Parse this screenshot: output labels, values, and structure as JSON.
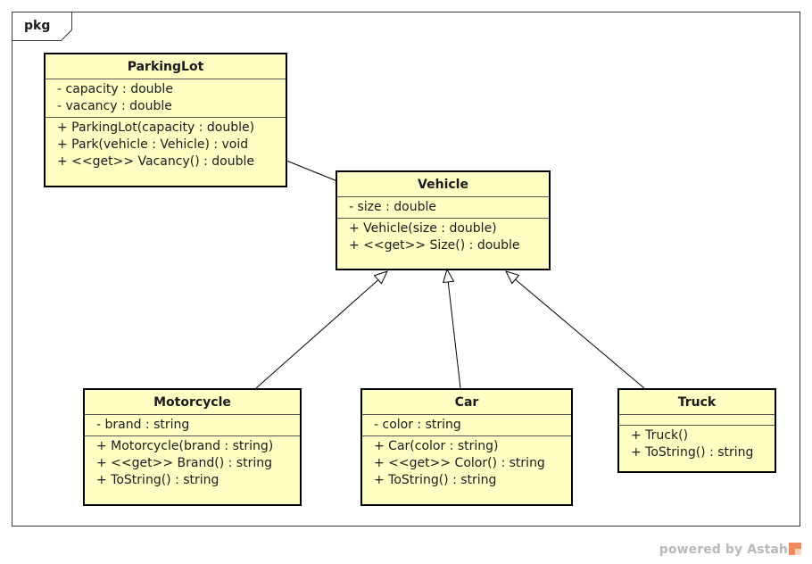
{
  "package": {
    "label": "pkg"
  },
  "classes": [
    {
      "id": "parkinglot",
      "name": "ParkingLot",
      "attributes": [
        "- capacity : double",
        "- vacancy : double"
      ],
      "operations": [
        "+ ParkingLot(capacity : double)",
        "+ Park(vehicle : Vehicle) : void",
        "+ <<get>> Vacancy() : double"
      ]
    },
    {
      "id": "vehicle",
      "name": "Vehicle",
      "attributes": [
        "- size : double"
      ],
      "operations": [
        "+ Vehicle(size : double)",
        "+ <<get>> Size() : double"
      ]
    },
    {
      "id": "motorcycle",
      "name": "Motorcycle",
      "attributes": [
        "- brand : string"
      ],
      "operations": [
        "+ Motorcycle(brand : string)",
        "+ <<get>> Brand() : string",
        "+ ToString() : string"
      ]
    },
    {
      "id": "car",
      "name": "Car",
      "attributes": [
        "- color : string"
      ],
      "operations": [
        "+ Car(color : string)",
        "+ <<get>> Color() : string",
        "+ ToString() : string"
      ]
    },
    {
      "id": "truck",
      "name": "Truck",
      "attributes": [],
      "operations": [
        "+ Truck()",
        "+ ToString() : string"
      ]
    }
  ],
  "relationships": [
    {
      "type": "association",
      "from": "ParkingLot",
      "to": "Vehicle"
    },
    {
      "type": "generalization",
      "from": "Motorcycle",
      "to": "Vehicle"
    },
    {
      "type": "generalization",
      "from": "Car",
      "to": "Vehicle"
    },
    {
      "type": "generalization",
      "from": "Truck",
      "to": "Vehicle"
    }
  ],
  "footer": {
    "text": "powered by Astah"
  },
  "colors": {
    "class_fill": "#ffffc4",
    "class_border": "#000000",
    "footer_text": "#b8b8b8"
  }
}
